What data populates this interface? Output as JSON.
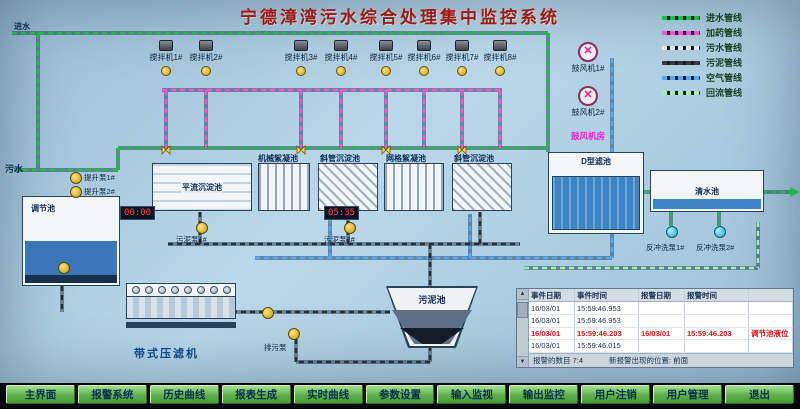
{
  "title": "宁德漳湾污水综合处理集中监控系统",
  "legend": {
    "items": [
      {
        "label": "进水管线",
        "color": "#17c23a"
      },
      {
        "label": "加药管线",
        "color": "#ff4fd8"
      },
      {
        "label": "污水管线",
        "color": "#e8e8e8"
      },
      {
        "label": "污泥管线",
        "color": "#3a3a3a"
      },
      {
        "label": "空气管线",
        "color": "#49aaff"
      },
      {
        "label": "回流管线",
        "color": "#9df2a6"
      }
    ]
  },
  "flow_labels": {
    "inlet_top": "进水",
    "sewage_in": "污水"
  },
  "tanks": {
    "regulating": "调节池",
    "horizontal_sed": "平流沉淀池",
    "mech_floc": "机械絮凝池",
    "inclined_sed_1": "斜管沉淀池",
    "grid_floc": "网格絮凝池",
    "inclined_sed_2": "斜管沉淀池",
    "d_filter": "D型滤池",
    "clear_water": "清水池",
    "sludge": "污泥池",
    "belt_press": "带式压滤机"
  },
  "devices": {
    "mixers": [
      "搅拌机1#",
      "搅拌机2#",
      "搅拌机3#",
      "搅拌机4#",
      "搅拌机5#",
      "搅拌机6#",
      "搅拌机7#",
      "搅拌机8#"
    ],
    "blowers": [
      "鼓风机1#",
      "鼓风机2#"
    ],
    "blower_room": "鼓风机房",
    "lift_pumps": [
      "提升泵1#",
      "提升泵2#"
    ],
    "sludge_pumps": [
      "污泥泵1#",
      "污泥泵2#"
    ],
    "backwash_pumps": [
      "反冲洗泵1#",
      "反冲洗泵2#"
    ],
    "drain_pump": "排污泵"
  },
  "timers": {
    "t1": "00:00",
    "t2": "05:35"
  },
  "alarms": {
    "headers": [
      "事件日期",
      "事件时间",
      "报警日期",
      "报警时间"
    ],
    "rows": [
      [
        "16/03/01",
        "15:59:46.953",
        "",
        "",
        ""
      ],
      [
        "16/03/01",
        "15:59:46.953",
        "",
        "",
        ""
      ],
      [
        "16/03/01",
        "15:59:46.203",
        "16/03/01",
        "15:59:46.203",
        "调节池液位"
      ],
      [
        "16/03/01",
        "15:59:46.015",
        "",
        "",
        ""
      ]
    ],
    "count_text": "报警的数目 7:4",
    "position_text": "新报警出现的位置: 前面"
  },
  "nav": [
    "主界面",
    "报警系统",
    "历史曲线",
    "报表生成",
    "实时曲线",
    "参数设置",
    "输入监视",
    "输出监控",
    "用户注销",
    "用户管理",
    "退出"
  ]
}
